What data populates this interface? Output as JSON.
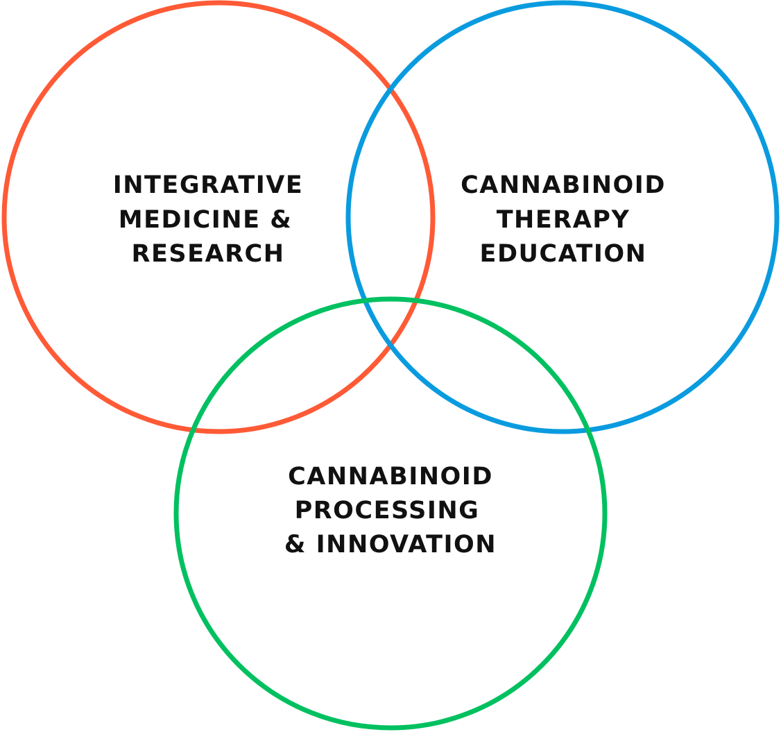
{
  "diagram": {
    "type": "venn",
    "sets": [
      {
        "id": "red",
        "lines": [
          "INTEGRATIVE",
          "MEDICINE &",
          "RESEARCH"
        ],
        "color": "#FF5A36"
      },
      {
        "id": "blue",
        "lines": [
          "CANNABINOID",
          "THERAPY",
          "EDUCATION"
        ],
        "color": "#0A9BDF"
      },
      {
        "id": "green",
        "lines": [
          "CANNABINOID",
          "PROCESSING",
          "& INNOVATION"
        ],
        "color": "#00C060"
      }
    ]
  }
}
